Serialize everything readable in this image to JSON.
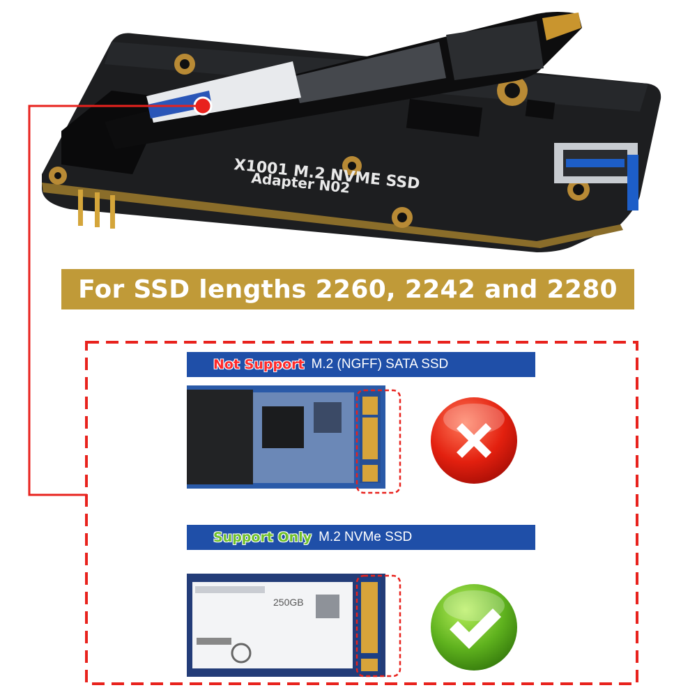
{
  "headline": "For SSD lengths 2260, 2242 and 2280",
  "board_silkscreen": {
    "line1": "X1001 M.2 NVME SSD",
    "line2": "Adapter N02"
  },
  "sata_bar": {
    "strong": "Not Support",
    "rest": "M.2 (NGFF) SATA SSD"
  },
  "nvme_bar": {
    "strong": "Support Only",
    "rest": "M.2 NVMe SSD"
  },
  "nvme_label": {
    "capacity": "250GB"
  },
  "icons": {
    "reject": "red-cross-icon",
    "accept": "green-check-icon"
  },
  "colors": {
    "banner": "#c09a38",
    "bar": "#1f4fa8",
    "dashed_frame": "#e8221d",
    "pointer": "#e8221d",
    "not_support": "#ff2a2a",
    "support_only": "#6fc02a"
  }
}
